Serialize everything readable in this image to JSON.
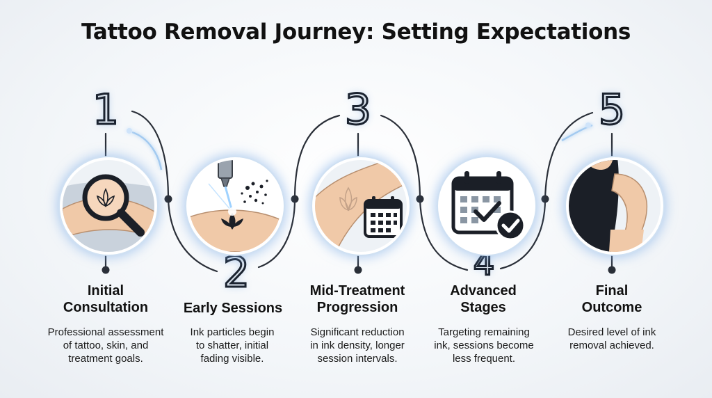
{
  "title": "Tattoo Removal Journey: Setting Expectations",
  "steps": [
    {
      "number": "1",
      "label_line1": "Initial",
      "label_line2": "Consultation",
      "desc_line1": "Professional assessment",
      "desc_line2": "of tattoo, skin, and",
      "desc_line3": "treatment goals.",
      "icon": "magnifying-glass-tattoo-icon"
    },
    {
      "number": "2",
      "label_line1": "Early Sessions",
      "label_line2": "",
      "desc_line1": "Ink particles begin",
      "desc_line2": "to shatter, initial",
      "desc_line3": "fading visible.",
      "icon": "laser-icon"
    },
    {
      "number": "3",
      "label_line1": "Mid-Treatment",
      "label_line2": "Progression",
      "desc_line1": "Significant reduction",
      "desc_line2": "in ink density, longer",
      "desc_line3": "session intervals.",
      "icon": "faded-tattoo-calendar-icon"
    },
    {
      "number": "4",
      "label_line1": "Advanced",
      "label_line2": "Stages",
      "desc_line1": "Targeting remaining",
      "desc_line2": "ink, sessions become",
      "desc_line3": "less frequent.",
      "icon": "calendar-check-icon"
    },
    {
      "number": "5",
      "label_line1": "Final",
      "label_line2": "Outcome",
      "desc_line1": "Desired level of ink",
      "desc_line2": "removal achieved.",
      "desc_line3": "",
      "icon": "clear-skin-arm-icon"
    }
  ],
  "colors": {
    "line": "#2a2f38",
    "glow": "#8fbfee",
    "number_fill": "#d9e2ec",
    "skin": "#f0c9a8",
    "dark": "#1b1f27"
  }
}
